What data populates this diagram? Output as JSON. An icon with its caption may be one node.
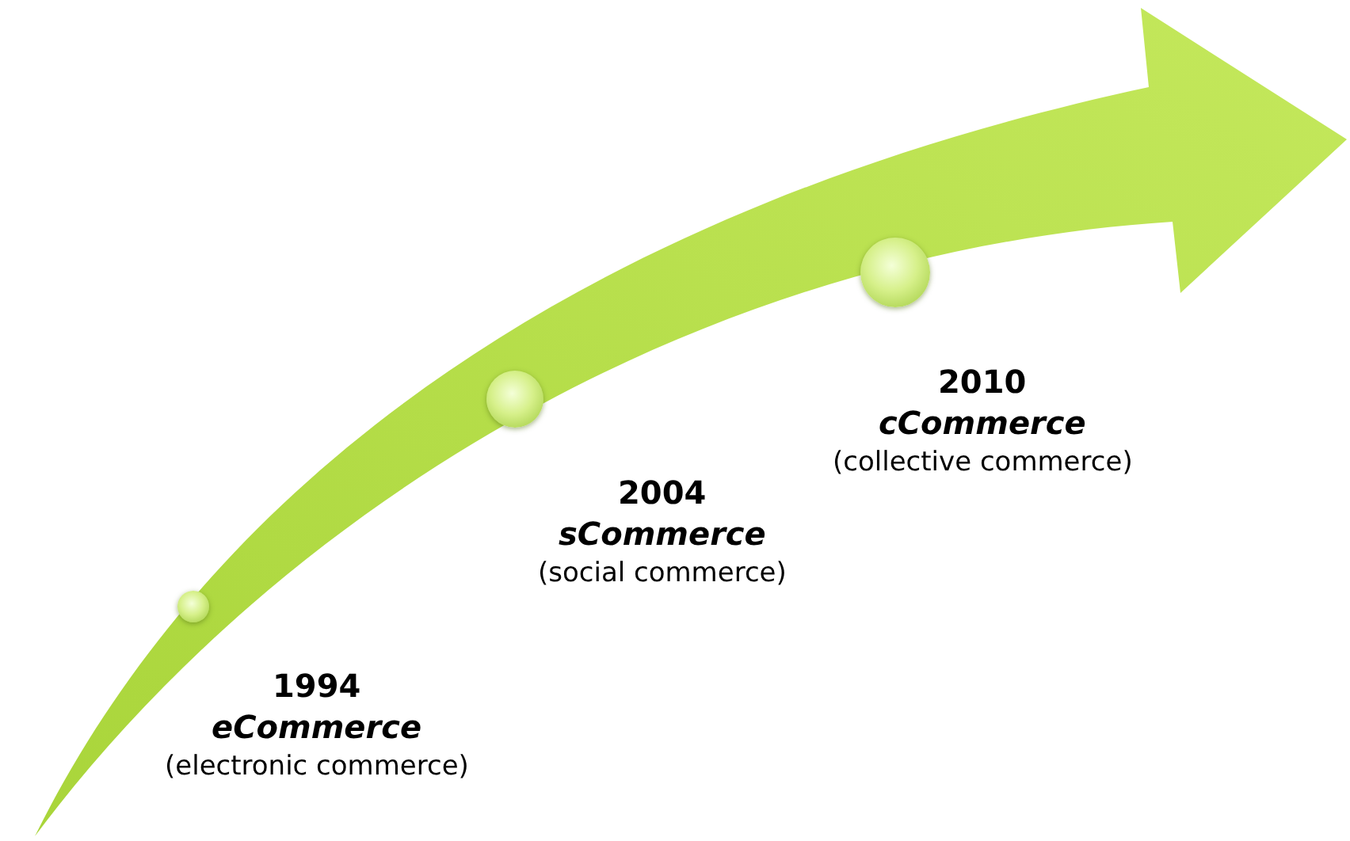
{
  "diagram": {
    "nodes": [
      {
        "text": [],
        "shape": "circle",
        "beside": [
          "1994",
          "eCommerce",
          "(electronic commerce)"
        ]
      },
      {
        "text": [],
        "shape": "circle",
        "beside": [
          "2004",
          "sCommerce",
          "(social commerce)"
        ]
      },
      {
        "text": [],
        "shape": "circle",
        "beside": [
          "2010",
          "cCommerce",
          "(collective commerce)"
        ]
      }
    ]
  }
}
